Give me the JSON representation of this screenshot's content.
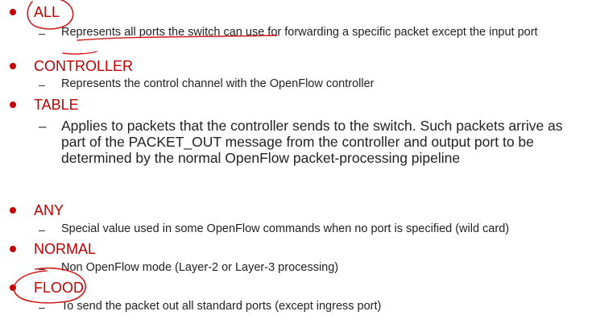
{
  "theme": {
    "accent": "#c00000",
    "text": "#222222",
    "annotation": "#d11a1a"
  },
  "items": [
    {
      "term": "ALL",
      "description": "Represents all ports the switch can use for forwarding a specific packet except the input port"
    },
    {
      "term": "CONTROLLER",
      "description": "Represents the control channel with the OpenFlow controller"
    },
    {
      "term": "TABLE",
      "description": "Applies to packets that the controller sends to the switch. Such packets arrive as part of the PACKET_OUT message from the controller and output port to be determined by the normal OpenFlow packet-processing pipeline"
    },
    {
      "term": "ANY",
      "description": "Special value used in some OpenFlow commands when no port is specified (wild card)"
    },
    {
      "term": "NORMAL",
      "description": "Non OpenFlow mode (Layer-2 or Layer-3 processing)"
    },
    {
      "term": "FLOOD",
      "description": "To send the packet out all standard ports (except ingress port)"
    }
  ],
  "dash_glyph": "–"
}
